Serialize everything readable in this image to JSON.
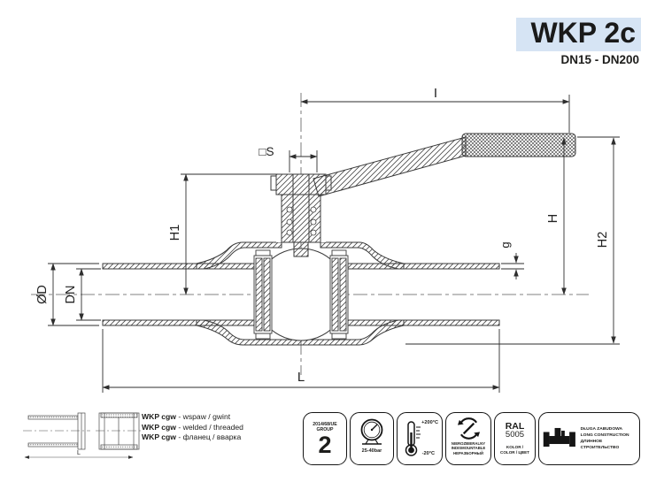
{
  "header": {
    "model": "WKP 2c",
    "range": "DN15 - DN200"
  },
  "colors": {
    "highlight": "#d6e4f4",
    "ink": "#1d1d1b",
    "line": "#3a3a3a"
  },
  "drawing": {
    "labels": {
      "I": "I",
      "S": "□S",
      "H1": "H1",
      "H": "H",
      "H2": "H2",
      "g": "g",
      "OD": "ØD",
      "DN": "DN",
      "L": "L"
    }
  },
  "legend": {
    "rows": [
      {
        "model": "WKP cgw",
        "desc": "- wspaw /  gwint"
      },
      {
        "model": "WKP cgw",
        "desc": "- welded /  threaded"
      },
      {
        "model": "WKP cgw",
        "desc": "- фланец / вварка"
      }
    ],
    "dim_label": "L"
  },
  "badges": {
    "group": {
      "line1": "2014/68/UE",
      "line2": "GROUP",
      "value": "2"
    },
    "pressure": {
      "caption": "25-40bar"
    },
    "temperature": {
      "max": "+200°C",
      "min": "-20°C"
    },
    "indismountable": {
      "lines": [
        "NIEROZBIERALNY",
        "INDISMOUNTABLE",
        "НЕРАЗБОРНЫЙ"
      ]
    },
    "color": {
      "title": "RAL",
      "code": "5005",
      "caption1": "KOLOR /",
      "caption2": "COLOR / ЦВЕТ"
    },
    "construction": {
      "lines": [
        "DŁUGA ZABUDOWA",
        "LONG CONSTRUCTION",
        "ДЛИННОЕ СТРОИТЕЛЬСТВО"
      ]
    }
  }
}
